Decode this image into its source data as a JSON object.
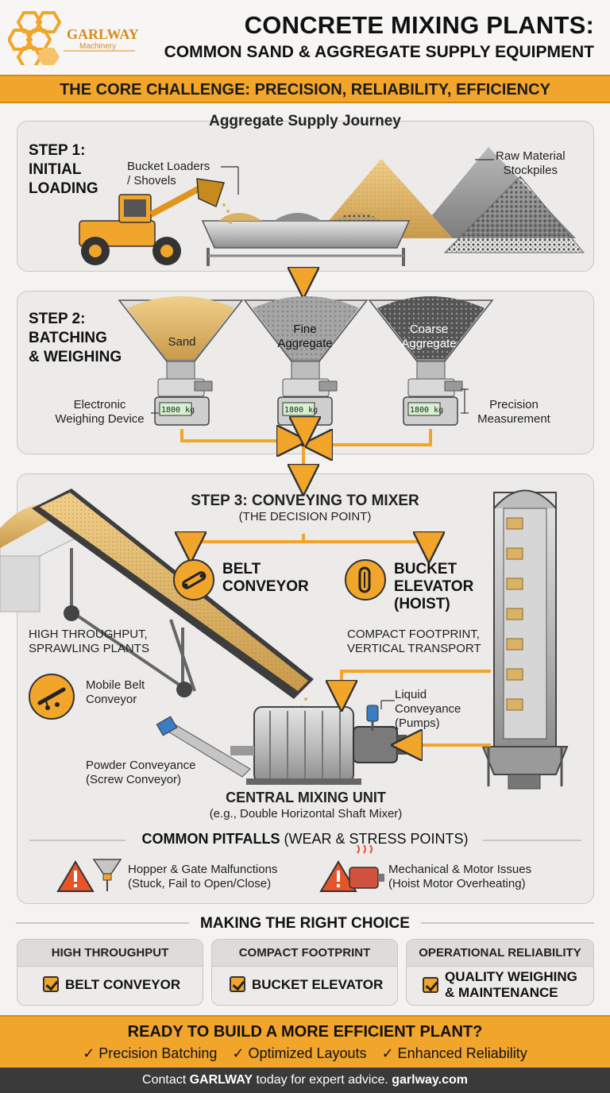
{
  "header": {
    "logo_text": "GARLWAY",
    "logo_sub": "Machinery",
    "title_line1": "CONCRETE MIXING PLANTS:",
    "title_line2": "COMMON SAND & AGGREGATE SUPPLY EQUIPMENT"
  },
  "core_banner": "THE CORE CHALLENGE: PRECISION, RELIABILITY, EFFICIENCY",
  "journey_label": "Aggregate Supply Journey",
  "step1": {
    "title_a": "STEP 1:",
    "title_b": "INITIAL",
    "title_c": "LOADING",
    "loader_label_a": "Bucket Loaders",
    "loader_label_b": "/ Shovels",
    "stockpile_label_a": "Raw Material",
    "stockpile_label_b": "Stockpiles"
  },
  "step2": {
    "title_a": "STEP 2:",
    "title_b": "BATCHING",
    "title_c": "& WEIGHING",
    "hopper1": "Sand",
    "hopper2_a": "Fine",
    "hopper2_b": "Aggregate",
    "hopper3_a": "Coarse",
    "hopper3_b": "Aggregate",
    "scale1": "1800 kg",
    "scale2": "1800 kg",
    "scale3": "1800 kg",
    "left_label_a": "Electronic",
    "left_label_b": "Weighing Device",
    "right_label_a": "Precision",
    "right_label_b": "Measurement"
  },
  "step3": {
    "title": "STEP 3: CONVEYING TO MIXER",
    "subtitle": "(THE DECISION POINT)",
    "belt_title_a": "BELT",
    "belt_title_b": "CONVEYOR",
    "bucket_title_a": "BUCKET",
    "bucket_title_b": "ELEVATOR",
    "bucket_title_c": "(HOIST)",
    "belt_note_a": "HIGH THROUGHPUT,",
    "belt_note_b": "SPRAWLING PLANTS",
    "bucket_note_a": "COMPACT FOOTPRINT,",
    "bucket_note_b": "VERTICAL TRANSPORT",
    "mobile_a": "Mobile Belt",
    "mobile_b": "Conveyor",
    "liquid_a": "Liquid",
    "liquid_b": "Conveyance",
    "liquid_c": "(Pumps)",
    "powder_a": "Powder Conveyance",
    "powder_b": "(Screw Conveyor)",
    "mixer_title": "CENTRAL MIXING UNIT",
    "mixer_sub": "(e.g., Double Horizontal Shaft Mixer)"
  },
  "pitfalls": {
    "title_bold": "COMMON PITFALLS",
    "title_rest": " (WEAR & STRESS POINTS)",
    "item1_a": "Hopper & Gate Malfunctions",
    "item1_b": "(Stuck, Fail to Open/Close)",
    "item2_a": "Mechanical & Motor Issues",
    "item2_b": "(Hoist Motor Overheating)"
  },
  "choice": {
    "title": "MAKING THE RIGHT CHOICE",
    "card1_head": "HIGH THROUGHPUT",
    "card1_body": "BELT CONVEYOR",
    "card2_head": "COMPACT FOOTPRINT",
    "card2_body": "BUCKET ELEVATOR",
    "card3_head": "OPERATIONAL RELIABILITY",
    "card3_body_a": "QUALITY WEIGHING",
    "card3_body_b": "& MAINTENANCE"
  },
  "cta": {
    "title": "READY TO BUILD A MORE EFFICIENT PLANT?",
    "item1": "✓ Precision Batching",
    "item2": "✓ Optimized Layouts",
    "item3": "✓ Enhanced Reliability"
  },
  "footer": {
    "pre": "Contact ",
    "brand": "GARLWAY",
    "mid": " today for expert advice. ",
    "site": "garlway.com"
  },
  "colors": {
    "accent": "#f2a52b",
    "dark": "#3a3a3a",
    "panel": "#ecebe9",
    "sand": "#d9b266",
    "gravel": "#8d8d8d"
  },
  "icons": [
    "hexagon-logo-icon",
    "belt-conveyor-icon",
    "bucket-elevator-icon",
    "mobile-belt-conveyor-icon",
    "warning-icon",
    "hopper-icon",
    "motor-icon",
    "checkbox-icon"
  ]
}
